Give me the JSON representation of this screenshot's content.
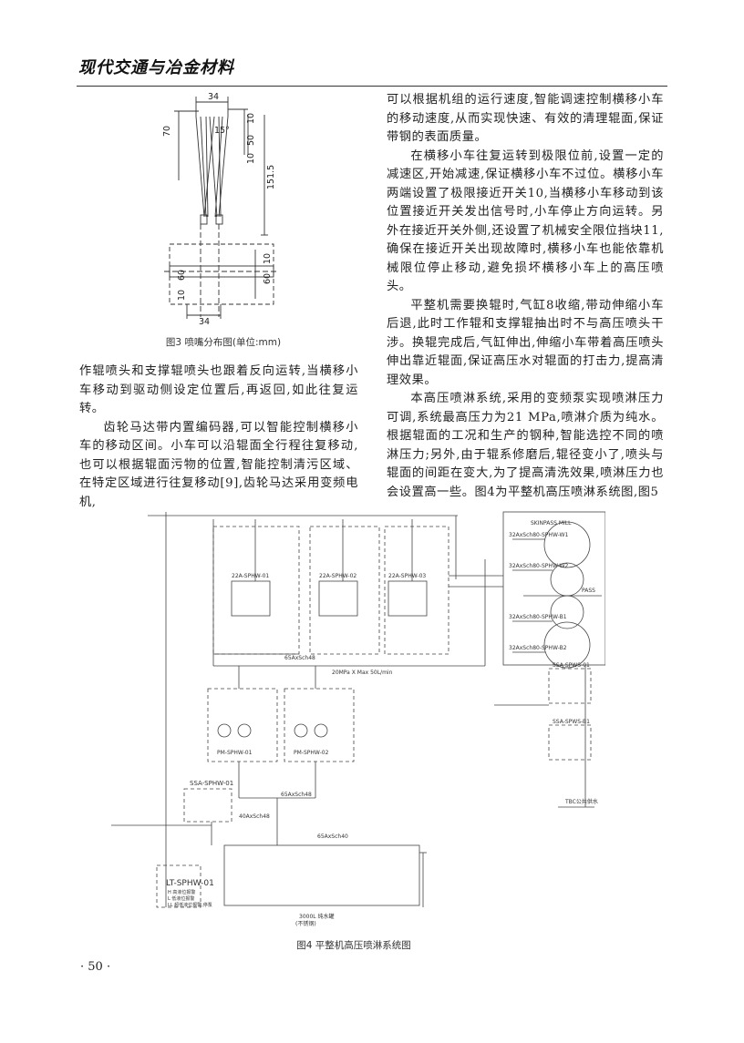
{
  "header": {
    "journal": "现代交通与冶金材料"
  },
  "figure3": {
    "caption": "图3 喷嘴分布图(单位:mm)",
    "dims": [
      "34",
      "70",
      "15°",
      "10",
      "50",
      "10",
      "151.5",
      "10",
      "60",
      "60",
      "10",
      "34"
    ]
  },
  "right_column": [
    {
      "text": "可以根据机组的运行速度,智能调速控制横移小车的移动速度,从而实现快速、有效的清理辊面,保证带钢的表面质量。",
      "indent": false
    },
    {
      "text": "在横移小车往复运转到极限位前,设置一定的减速区,开始减速,保证横移小车不过位。横移小车两端设置了极限接近开关10,当横移小车移动到该位置接近开关发出信号时,小车停止方向运转。另外在接近开关外侧,还设置了机械安全限位挡块11,确保在接近开关出现故障时,横移小车也能依靠机械限位停止移动,避免损坏横移小车上的高压喷头。",
      "indent": true
    },
    {
      "text": "平整机需要换辊时,气缸8收缩,带动伸缩小车后退,此时工作辊和支撑辊抽出时不与高压喷头干涉。换辊完成后,气缸伸出,伸缩小车带着高压喷头伸出靠近辊面,保证高压水对辊面的打击力,提高清理效果。",
      "indent": true
    },
    {
      "text": "本高压喷淋系统,采用的变频泵实现喷淋压力可调,系统最高压力为21 MPa,喷淋介质为纯水。根据辊面的工况和生产的钢种,智能选控不同的喷淋压力;另外,由于辊系修磨后,辊径变小了,喷头与辊面的间距在变大,为了提高清洗效果,喷淋压力也会设置高一些。图4为平整机高压喷淋系统图,图5",
      "indent": true
    }
  ],
  "left_column": [
    {
      "text": "作辊喷头和支撑辊喷头也跟着反向运转,当横移小车移动到驱动侧设定位置后,再返回,如此往复运转。",
      "indent": false
    },
    {
      "text": "齿轮马达带内置编码器,可以智能控制横移小车的移动区间。小车可以沿辊面全行程往复移动,也可以根据辊面污物的位置,智能控制清污区域、在特定区域进行往复移动[9],齿轮马达采用变频电机,",
      "indent": true
    }
  ],
  "figure4": {
    "caption": "图4 平整机高压喷淋系统图",
    "labels": {
      "mill": "SKINPASS MILL",
      "pass": "PASS",
      "valves": [
        "22A-SPHW-01",
        "22A-SPHW-02",
        "22A-SPHW-03"
      ],
      "pumps": [
        "PM-SPHW-01",
        "PM-SPHW-02"
      ],
      "pump_spec": "20MPa X Max 50L/min",
      "tank_unit": "SSA-SPHW-01",
      "level": "LT-SPHW-01",
      "level_notes": [
        "H 高液位报警",
        "L 低液位报警",
        "LL 超低液位报警,停泵"
      ],
      "tank": "3000L 纯水罐",
      "tank_material": "(不锈钢)",
      "filters": [
        "SSA-SPWS-01",
        "SSA-SPWS-B1"
      ],
      "pipes": [
        "65AxSch48",
        "40AxSch48",
        "65AxSch48",
        "65AxSch40"
      ],
      "lines": [
        "32AxSch80-SPHW-W1",
        "32AxSch80-SPHW-W2",
        "32AxSch80-SPHW-B1",
        "32AxSch80-SPHW-B2"
      ],
      "misc": [
        "TBC公共供水"
      ]
    }
  },
  "page_number": "· 50 ·"
}
